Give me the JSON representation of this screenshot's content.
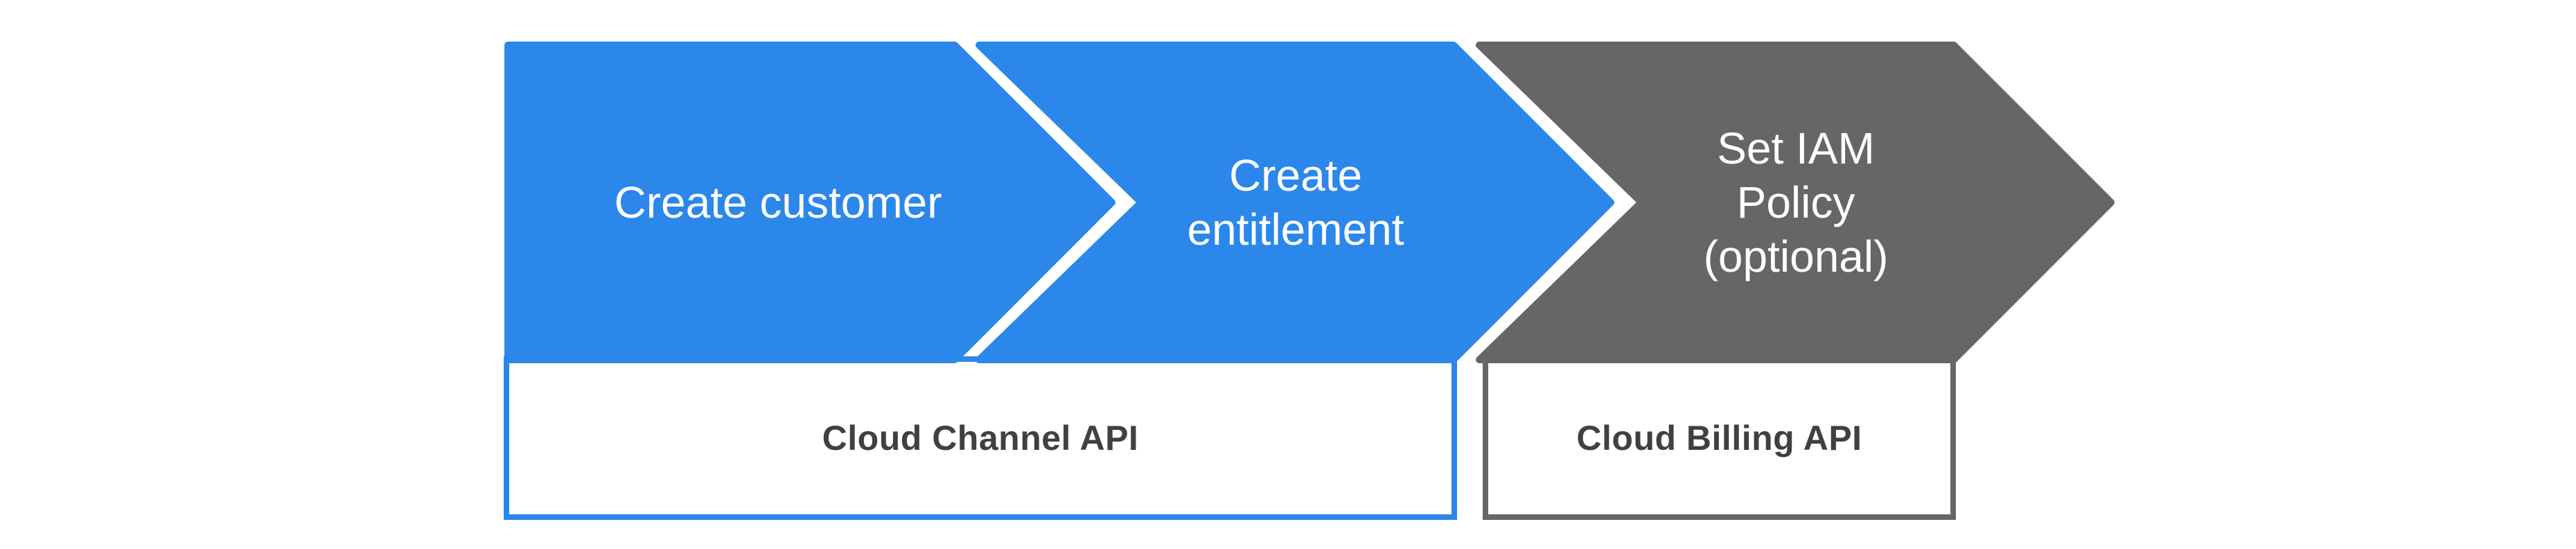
{
  "diagram": {
    "background_color": "#FFFFFF",
    "separator_color": "#FFFFFF",
    "steps": [
      {
        "id": "create-customer",
        "lines": [
          "Create customer"
        ],
        "fill_color": "#2B87EA",
        "text_color": "#FFFFFF"
      },
      {
        "id": "create-entitlement",
        "lines": [
          "Create",
          "entitlement"
        ],
        "fill_color": "#2B87EA",
        "text_color": "#FFFFFF"
      },
      {
        "id": "set-iam-policy",
        "lines": [
          "Set IAM",
          "Policy",
          "(optional)"
        ],
        "fill_color": "#666666",
        "text_color": "#FFFFFF"
      }
    ],
    "api_boxes": [
      {
        "id": "cloud-channel-api",
        "label": "Cloud Channel API",
        "border_color": "#2B87EA",
        "label_color": "#404040"
      },
      {
        "id": "cloud-billing-api",
        "label": "Cloud Billing API",
        "border_color": "#666666",
        "label_color": "#404040"
      }
    ]
  }
}
